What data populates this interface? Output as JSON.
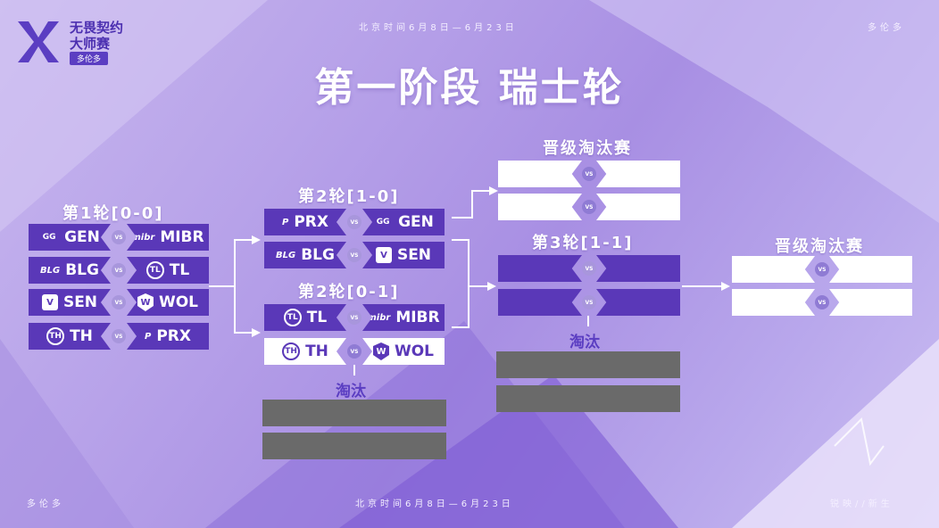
{
  "header": {
    "logo_line1": "无畏契约",
    "logo_line2": "大师赛",
    "logo_tag": "多伦多",
    "date_range": "北京时间6月8日—6月23日",
    "city_top": "多伦多"
  },
  "title": "第一阶段 瑞士轮",
  "footer": {
    "city": "多伦多",
    "date_range": "北京时间6月8日—6月23日",
    "slogan": "锐映//新生"
  },
  "vs_text": "VS",
  "round1": {
    "label": "第1轮[0-0]",
    "matches": [
      {
        "left": "GEN",
        "right": "MIBR"
      },
      {
        "left": "BLG",
        "right": "TL"
      },
      {
        "left": "SEN",
        "right": "WOL"
      },
      {
        "left": "TH",
        "right": "PRX"
      }
    ]
  },
  "round2_high": {
    "label": "第2轮[1-0]",
    "matches": [
      {
        "left": "PRX",
        "right": "GEN"
      },
      {
        "left": "BLG",
        "right": "SEN"
      }
    ]
  },
  "round2_low": {
    "label": "第2轮[0-1]",
    "matches": [
      {
        "left": "TL",
        "right": "MIBR"
      },
      {
        "left": "TH",
        "right": "WOL"
      }
    ]
  },
  "advance_label_1": "晋级淘汰赛",
  "round3": {
    "label": "第3轮[1-1]"
  },
  "eliminated_label_1": "淘汰",
  "eliminated_label_2": "淘汰",
  "advance_label_2": "晋级淘汰赛",
  "logos": {
    "GEN": "GG",
    "MIBR": "mibr",
    "BLG": "BLG",
    "TL": "TL",
    "SEN": "V",
    "WOL": "W",
    "TH": "TH",
    "PRX": "P"
  },
  "colors": {
    "team_dark": "#5a38b8",
    "eliminated_box": "#6a6a6a",
    "advance_box": "#ffffff"
  }
}
